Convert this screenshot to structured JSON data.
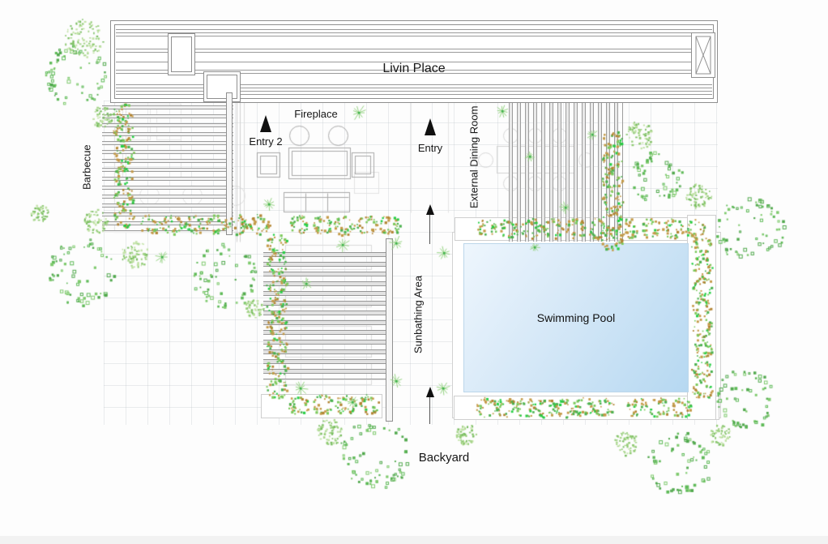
{
  "labels": {
    "livin_place": "Livin Place",
    "barbecue": "Barbecue",
    "fireplace": "Fireplace",
    "entry2": "Entry 2",
    "entry": "Entry",
    "external_dining_room": "External Dining Room",
    "sunbathing_area": "Sunbathing Area",
    "swimming_pool": "Swimming Pool",
    "backyard": "Backyard"
  },
  "colors": {
    "pool_light": "#eef6fd",
    "pool_dark": "#b6d8f1",
    "structure_line": "#8f8f8f",
    "slat_line": "#9c9c9c",
    "text": "#1a1a1a",
    "shrub_tan": "#c49a48",
    "shrub_tan2": "#b28433",
    "shrub_green1": "#4bb14e",
    "shrub_green2": "#7cc95b",
    "shrub_bright": "#25cf44",
    "tree_greens": [
      "#5fba58",
      "#7fca6e",
      "#52a94e"
    ],
    "fluff_greens": [
      "#a9d68d",
      "#8fca72",
      "#c2e2a6",
      "#79bd60"
    ],
    "star_ray": "#96d383",
    "star_core": "#3cb24c"
  },
  "plan": {
    "deck_lines": [
      10,
      14,
      18,
      34,
      38,
      50,
      60,
      64,
      78,
      82,
      86,
      90
    ],
    "shrub_rows": [
      [
        152,
        138,
        152,
        268,
        6
      ],
      [
        185,
        276,
        320,
        276,
        6
      ],
      [
        368,
        277,
        480,
        277,
        5
      ],
      [
        341,
        300,
        341,
        478,
        8
      ],
      [
        368,
        498,
        455,
        498,
        4
      ],
      [
        755,
        172,
        755,
        297,
        6
      ],
      [
        600,
        281,
        737,
        281,
        6
      ],
      [
        775,
        281,
        857,
        281,
        4
      ],
      [
        866,
        302,
        866,
        480,
        8
      ],
      [
        600,
        502,
        745,
        502,
        7
      ],
      [
        786,
        502,
        840,
        502,
        3
      ]
    ],
    "shrub_radius": 13,
    "trees_scatter": [
      [
        93,
        92,
        38
      ],
      [
        101,
        335,
        42
      ],
      [
        277,
        340,
        40
      ],
      [
        462,
        560,
        44
      ],
      [
        925,
        282,
        42
      ],
      [
        918,
        492,
        38
      ],
      [
        838,
        570,
        40
      ],
      [
        810,
        217,
        32
      ]
    ],
    "trees_fluffy": [
      [
        103,
        47,
        24
      ],
      [
        125,
        143,
        13
      ],
      [
        117,
        272,
        15
      ],
      [
        166,
        313,
        17
      ],
      [
        313,
        380,
        12
      ],
      [
        407,
        532,
        16
      ],
      [
        575,
        535,
        13
      ],
      [
        788,
        166,
        17
      ],
      [
        862,
        241,
        16
      ],
      [
        772,
        546,
        15
      ],
      [
        888,
        536,
        13
      ],
      [
        48,
        262,
        11
      ]
    ],
    "starbursts": [
      [
        443,
        139,
        11
      ],
      [
        332,
        252,
        9
      ],
      [
        423,
        302,
        10
      ],
      [
        489,
        300,
        10
      ],
      [
        548,
        312,
        9
      ],
      [
        200,
        317,
        9
      ],
      [
        378,
        350,
        8
      ],
      [
        371,
        479,
        10
      ],
      [
        489,
        470,
        9
      ],
      [
        547,
        479,
        9
      ],
      [
        620,
        137,
        9
      ],
      [
        698,
        256,
        8
      ],
      [
        731,
        166,
        8
      ],
      [
        654,
        193,
        7
      ],
      [
        660,
        305,
        7
      ],
      [
        435,
        496,
        8
      ]
    ],
    "u_rects": [
      [
        141,
        114,
        160,
        172,
        "#dcdcdc"
      ],
      [
        151,
        128,
        72,
        92,
        "#e2e2e2"
      ],
      [
        155,
        132,
        30,
        40,
        "#e5e5e5"
      ],
      [
        193,
        132,
        30,
        40,
        "#e5e5e5"
      ],
      [
        352,
        302,
        106,
        30,
        "#dadada"
      ],
      [
        352,
        338,
        106,
        40,
        "#dadada"
      ],
      [
        352,
        402,
        106,
        38,
        "#dadada"
      ],
      [
        352,
        444,
        106,
        30,
        "#dadada"
      ],
      [
        613,
        180,
        97,
        33,
        "#d2d2d2"
      ],
      [
        437,
        212,
        30,
        26,
        "#e2e2e2"
      ],
      [
        356,
        182,
        76,
        38,
        "#a9a9a9"
      ],
      [
        360,
        186,
        68,
        30,
        "#a9a9a9"
      ],
      [
        317,
        188,
        28,
        30,
        "#a9a9a9"
      ],
      [
        321,
        192,
        20,
        22,
        "#a9a9a9"
      ],
      [
        434,
        188,
        27,
        30,
        "#a9a9a9"
      ],
      [
        438,
        192,
        19,
        22,
        "#a9a9a9"
      ],
      [
        350,
        237,
        81,
        24,
        "#a9a9a9"
      ]
    ],
    "u_circles": [
      [
        369,
        167,
        12,
        "#a9a9a9"
      ],
      [
        417,
        167,
        12,
        "#a9a9a9"
      ],
      [
        184,
        241,
        12,
        "#dfdfdf"
      ],
      [
        237,
        241,
        12,
        "#dfdfdf"
      ],
      [
        290,
        241,
        12,
        "#dfdfdf"
      ],
      [
        630,
        167,
        9,
        "#d7d7d7"
      ],
      [
        660,
        167,
        9,
        "#d7d7d7"
      ],
      [
        690,
        167,
        9,
        "#d7d7d7"
      ],
      [
        630,
        226,
        9,
        "#d7d7d7"
      ],
      [
        660,
        226,
        9,
        "#d7d7d7"
      ],
      [
        690,
        226,
        9,
        "#d7d7d7"
      ],
      [
        599,
        197,
        9,
        "#d7d7d7"
      ],
      [
        723,
        197,
        9,
        "#d7d7d7"
      ],
      [
        575,
        492,
        17,
        "#e0e8e0"
      ],
      [
        845,
        492,
        17,
        "#e0e8e0"
      ]
    ],
    "u_lines": [
      [
        377,
        238,
        377,
        260,
        "#a9a9a9"
      ],
      [
        404,
        238,
        404,
        260,
        "#a9a9a9"
      ],
      [
        351,
        243,
        430,
        243,
        "#a9a9a9"
      ],
      [
        292,
        125,
        292,
        298,
        "#cfcfcf"
      ],
      [
        296,
        125,
        296,
        298,
        "#cfcfcf"
      ],
      [
        507,
        125,
        507,
        262,
        "#e3e3e3"
      ],
      [
        553,
        125,
        553,
        262,
        "#e3e3e3"
      ]
    ]
  }
}
